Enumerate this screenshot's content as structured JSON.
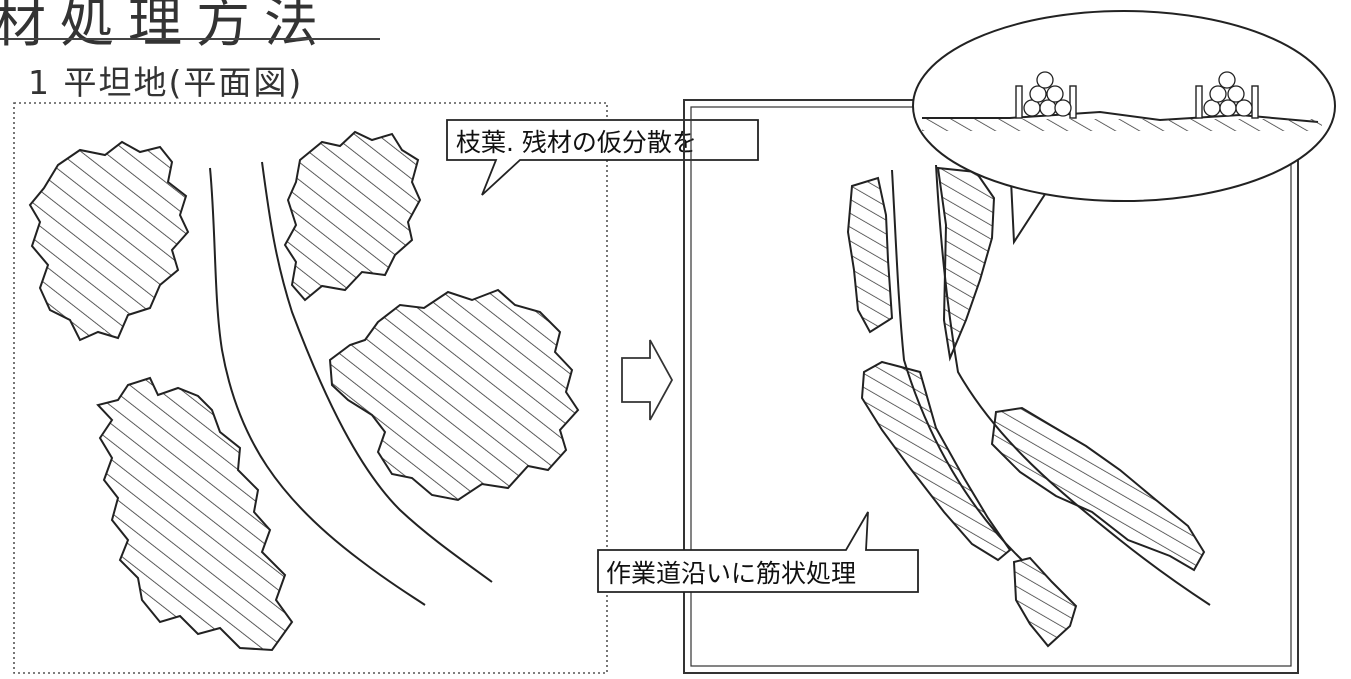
{
  "heading": "材処理方法",
  "subtitle": "1 平坦地(平面図)",
  "callout_before": "枝葉. 残材の仮分散を",
  "callout_after": "作業道沿いに筋状処理",
  "colors": {
    "ink": "#222222",
    "hatch": "#333333",
    "paper": "#ffffff"
  }
}
